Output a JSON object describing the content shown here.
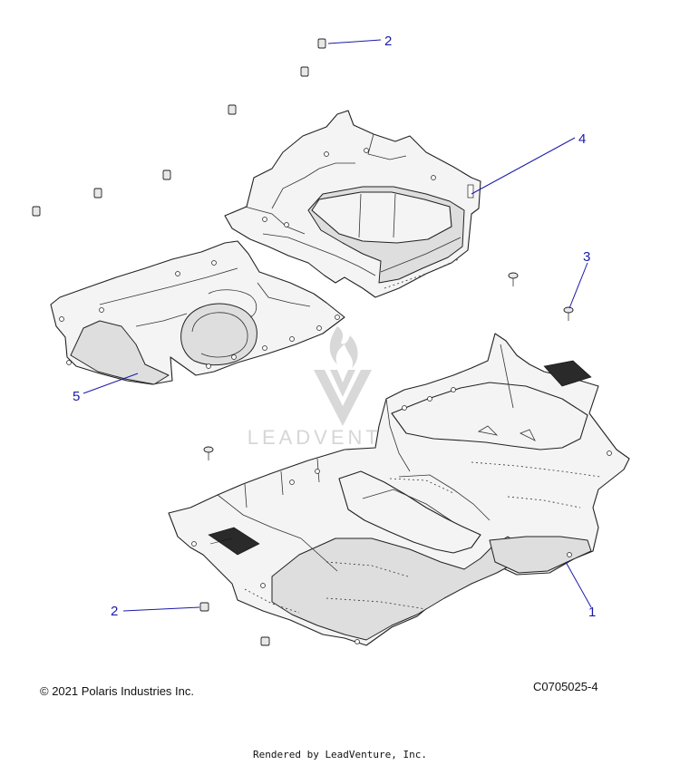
{
  "callouts": [
    {
      "num": "2"
    },
    {
      "num": "4"
    },
    {
      "num": "3"
    },
    {
      "num": "5"
    },
    {
      "num": "1"
    },
    {
      "num": "2"
    }
  ],
  "watermark": {
    "text": "LEADVENTURE"
  },
  "footer": {
    "copyright": "© 2021 Polaris Industries Inc.",
    "code": "C0705025-4",
    "rendered_by": "Rendered by LeadVenture, Inc."
  },
  "colors": {
    "callout": "#1a1aa8",
    "watermark": "#d8d8d8"
  }
}
